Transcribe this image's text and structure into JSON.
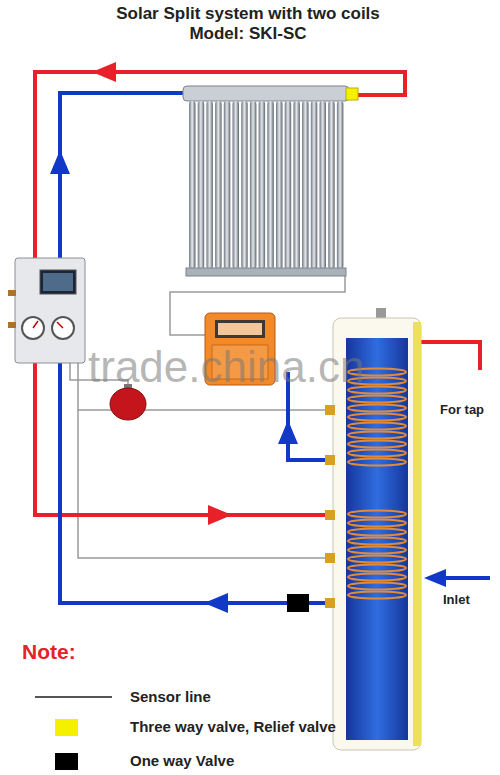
{
  "diagram": {
    "title": "Solar Split system with two coils",
    "labels": [
      "Model: SKI-SC",
      "For tap",
      "Inlet",
      "Note:",
      "trade.china.cn"
    ],
    "legend": [
      {
        "text": "Sensor line"
      },
      {
        "text": "Three way valve, Relief valve",
        "color": "#f5f000"
      },
      {
        "text": "One way Valve",
        "color": "#000000"
      }
    ]
  }
}
